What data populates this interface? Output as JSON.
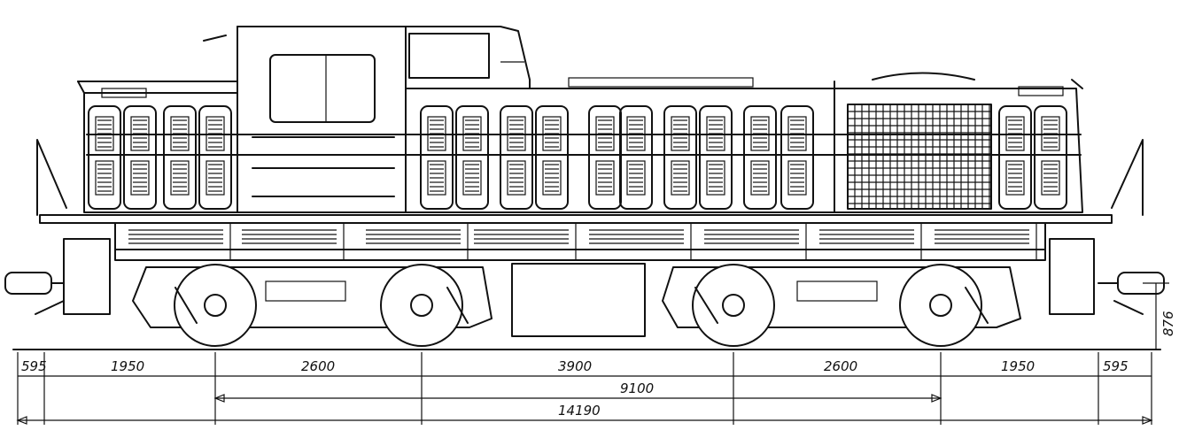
{
  "drawing": {
    "subject": "Diesel locomotive side elevation with dimension lines"
  },
  "dimensions": {
    "segments_mm": [
      "595",
      "1950",
      "2600",
      "3900",
      "2600",
      "1950",
      "595"
    ],
    "bogie_centres_mm": "9100",
    "overall_length_mm": "14190",
    "coupler_height_mm": "876"
  }
}
